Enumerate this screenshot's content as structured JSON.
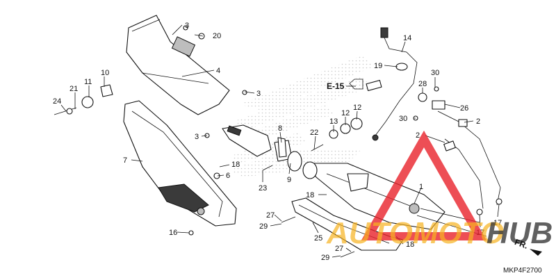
{
  "diagram": {
    "code": "MKP4F2700",
    "section_ref": "E-15",
    "direction_label": "FR.",
    "watermark": {
      "text_a": "AUTOMOTO",
      "text_b": "HUB",
      "color_a": "#f7b321",
      "color_b": "#3a3a3a",
      "triangle_color": "#e8222a"
    },
    "callouts": [
      "1",
      "2",
      "3",
      "4",
      "5",
      "6",
      "7",
      "8",
      "9",
      "10",
      "11",
      "12",
      "13",
      "14",
      "16",
      "17",
      "18",
      "19",
      "20",
      "21",
      "22",
      "23",
      "24",
      "25",
      "26",
      "27",
      "28",
      "29",
      "30"
    ]
  }
}
